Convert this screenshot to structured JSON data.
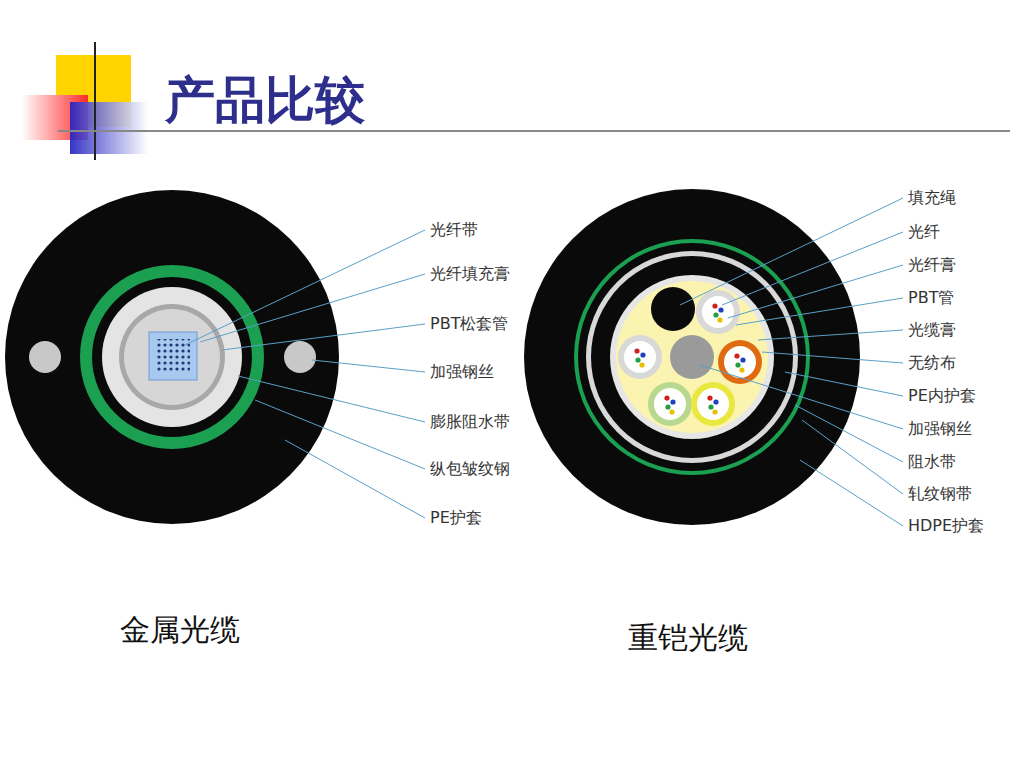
{
  "diagram": {
    "title": "产品比较",
    "labels": [
      "光纤带",
      "光纤填充膏",
      "PBT松套管",
      "加强钢丝",
      "膨胀阻水带",
      "纵包皱纹钢",
      "PE护套",
      "金属光缆",
      "填充绳",
      "光纤",
      "光纤膏",
      "PBT管",
      "光缆膏",
      "无纺布",
      "PE内护套",
      "加强钢丝",
      "阻水带",
      "轧纹钢带",
      "HDPE护套",
      "重铠光缆"
    ]
  }
}
